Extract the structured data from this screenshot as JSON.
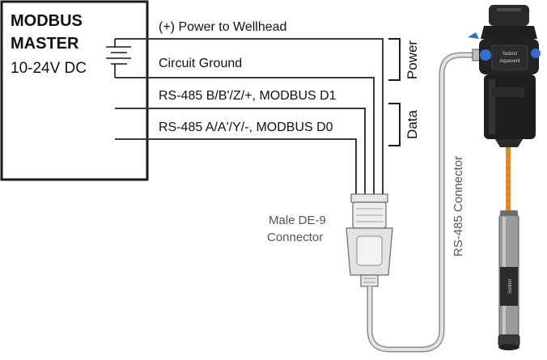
{
  "master": {
    "title_line1": "MODBUS",
    "title_line2": "MASTER",
    "voltage": "10-24V DC"
  },
  "wires": {
    "power": "(+) Power to Wellhead",
    "ground": "Circuit Ground",
    "rs485_b": "RS-485 B/B'/Z/+, MODBUS D1",
    "rs485_a": "RS-485 A/A'/Y/-, MODBUS D0"
  },
  "groups": {
    "power": "Power",
    "data": "Data"
  },
  "connector": {
    "line1": "Male DE-9",
    "line2": "Connector"
  },
  "cable_label": "RS-485 Connector",
  "device": {
    "brand": "Solinst",
    "product": "Aquavent"
  },
  "colors": {
    "wire": "#3a3a3a",
    "cable_sheath": "#d9d9d9",
    "device_body": "#1e1e1e",
    "vent_cable": "#f08a1e",
    "cap_accent": "#2f6fd6"
  }
}
